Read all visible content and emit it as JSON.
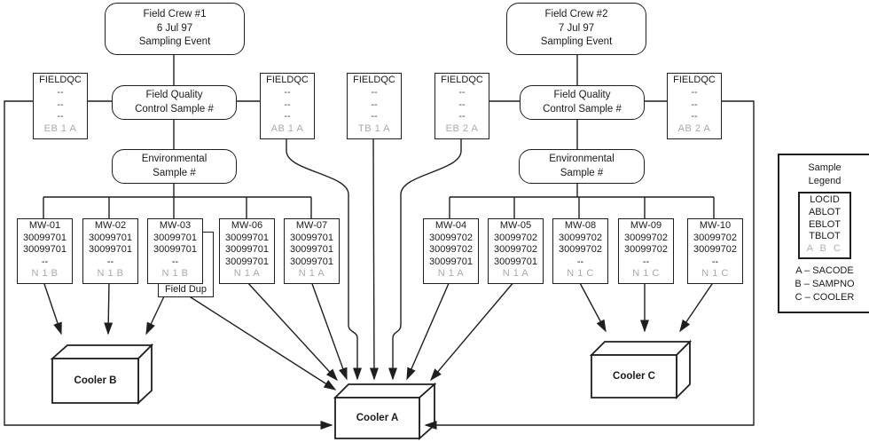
{
  "field_crews": [
    {
      "line1": "Field Crew #1",
      "line2": "6 Jul 97",
      "line3": "Sampling Event"
    },
    {
      "line1": "Field Crew #2",
      "line2": "7 Jul 97",
      "line3": "Sampling Event"
    }
  ],
  "fqc_box": {
    "line1": "Field Quality",
    "line2": "Control Sample #"
  },
  "env_box": {
    "line1": "Environmental",
    "line2": "Sample #"
  },
  "fieldqc": {
    "title": "FIELDQC",
    "dash": "--",
    "codes": [
      "EB 1 A",
      "AB 1 A",
      "TB 1 A",
      "EB 2 A",
      "AB 2 A"
    ]
  },
  "field_dup_label": "Field Dup",
  "wells": [
    {
      "name": "MW-01",
      "r1": "30099701",
      "r2": "30099701",
      "r3": "--",
      "code": "N 1 B"
    },
    {
      "name": "MW-02",
      "r1": "30099701",
      "r2": "30099701",
      "r3": "--",
      "code": "N 1 B"
    },
    {
      "name": "MW-03",
      "r1": "30099701",
      "r2": "30099701",
      "r3": "--",
      "code": "N 1 B"
    },
    {
      "name": "MW-06",
      "r1": "30099701",
      "r2": "30099701",
      "r3": "30099701",
      "code": "N 1 A"
    },
    {
      "name": "MW-07",
      "r1": "30099701",
      "r2": "30099701",
      "r3": "30099701",
      "code": "N 1 A"
    },
    {
      "name": "MW-04",
      "r1": "30099702",
      "r2": "30099702",
      "r3": "30099701",
      "code": "N 1 A"
    },
    {
      "name": "MW-05",
      "r1": "30099702",
      "r2": "30099702",
      "r3": "30099701",
      "code": "N 1 A"
    },
    {
      "name": "MW-08",
      "r1": "30099702",
      "r2": "30099702",
      "r3": "--",
      "code": "N 1 C"
    },
    {
      "name": "MW-09",
      "r1": "30099702",
      "r2": "30099702",
      "r3": "--",
      "code": "N 1 C"
    },
    {
      "name": "MW-10",
      "r1": "30099702",
      "r2": "30099702",
      "r3": "--",
      "code": "N 1 C"
    }
  ],
  "coolers": {
    "a": "Cooler A",
    "b": "Cooler B",
    "c": "Cooler C"
  },
  "legend": {
    "title1": "Sample",
    "title2": "Legend",
    "rows": [
      "LOCID",
      "ABLOT",
      "EBLOT",
      "TBLOT"
    ],
    "code_row": "A B C",
    "keys": [
      "A – SACODE",
      "B – SAMPNO",
      "C – COOLER"
    ]
  }
}
